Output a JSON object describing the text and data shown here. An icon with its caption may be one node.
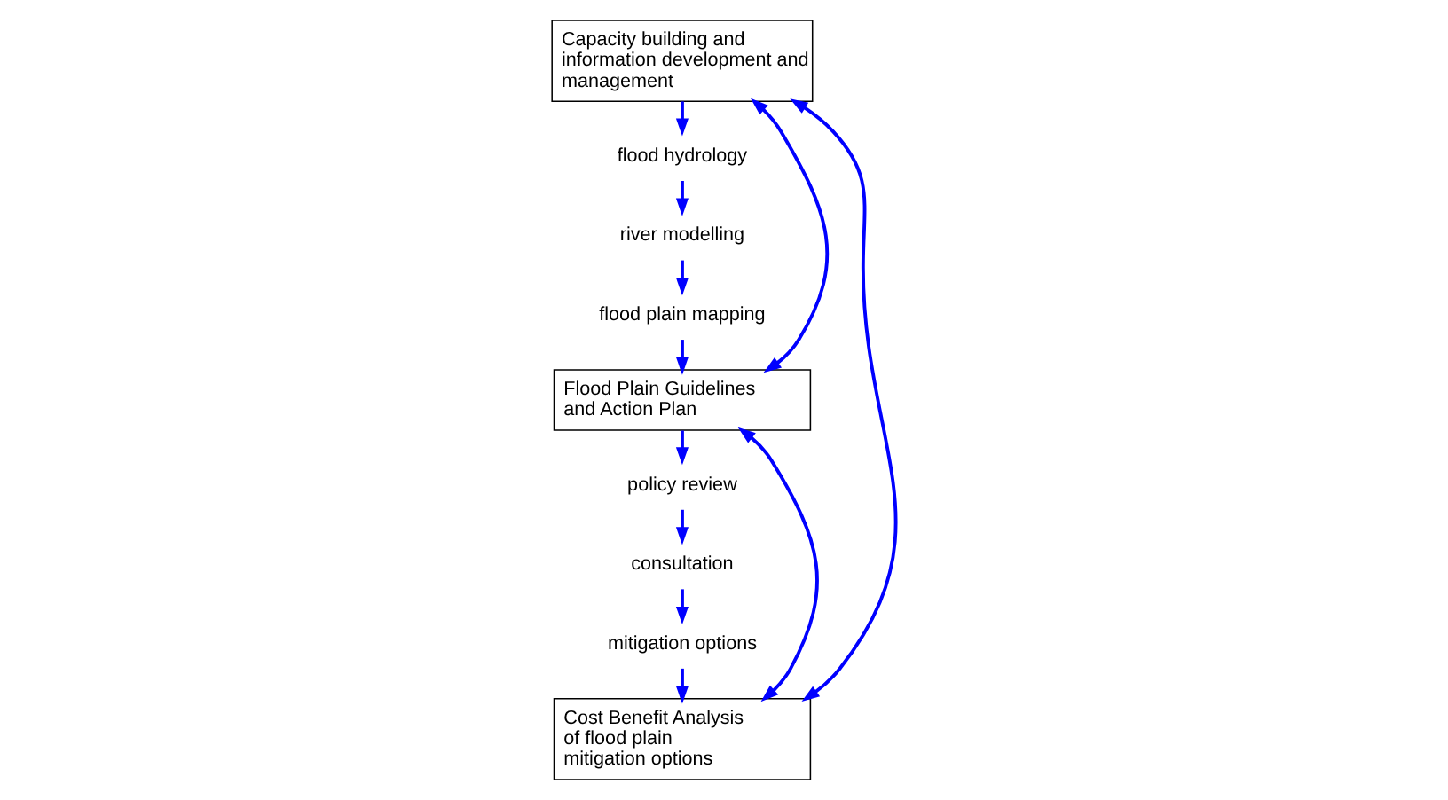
{
  "diagram": {
    "nodes": [
      {
        "text": [
          "Capacity building and information development and management"
        ]
      },
      {
        "text": [
          "flood hydrology"
        ]
      },
      {
        "text": [
          "river modelling"
        ]
      },
      {
        "text": [
          "flood plain mapping"
        ]
      },
      {
        "text": [
          "Flood Plain Guidelines and Action Plan"
        ]
      },
      {
        "text": [
          "policy review"
        ]
      },
      {
        "text": [
          "consultation"
        ]
      },
      {
        "text": [
          "mitigation options"
        ]
      },
      {
        "text": [
          "Cost Benefit Analysis of flood plain mitigation options"
        ]
      }
    ],
    "edges": [
      {
        "from": 0,
        "to": 1,
        "arrow": "to"
      },
      {
        "from": 1,
        "to": 2,
        "arrow": "to"
      },
      {
        "from": 2,
        "to": 3,
        "arrow": "to"
      },
      {
        "from": 3,
        "to": 4,
        "arrow": "to"
      },
      {
        "from": 4,
        "to": 5,
        "arrow": "to"
      },
      {
        "from": 5,
        "to": 6,
        "arrow": "to"
      },
      {
        "from": 6,
        "to": 7,
        "arrow": "to"
      },
      {
        "from": 7,
        "to": 8,
        "arrow": "to"
      },
      {
        "from": 0,
        "to": 4,
        "arrow": "both"
      },
      {
        "from": 4,
        "to": 8,
        "arrow": "both"
      },
      {
        "from": 0,
        "to": 8,
        "arrow": "both"
      }
    ]
  }
}
